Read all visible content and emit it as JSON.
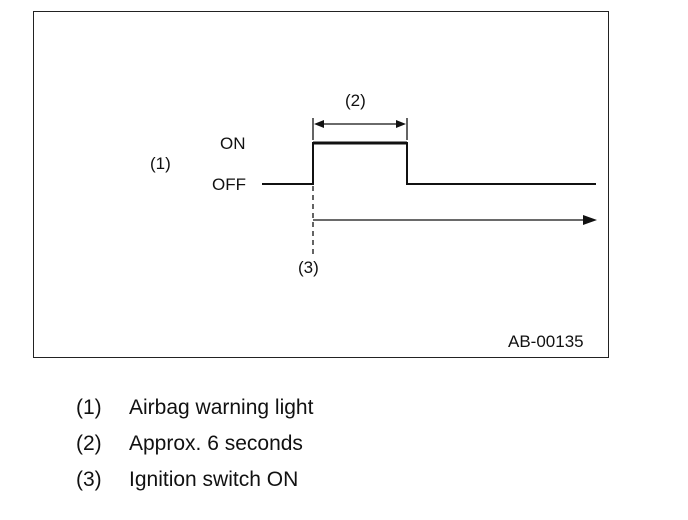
{
  "diagram": {
    "signal_label": "(1)",
    "state_on": "ON",
    "state_off": "OFF",
    "duration_label": "(2)",
    "trigger_label": "(3)",
    "figure_id": "AB-00135"
  },
  "legend": [
    {
      "num": "(1)",
      "text": "Airbag warning light"
    },
    {
      "num": "(2)",
      "text": "Approx. 6 seconds"
    },
    {
      "num": "(3)",
      "text": "Ignition switch ON"
    }
  ]
}
